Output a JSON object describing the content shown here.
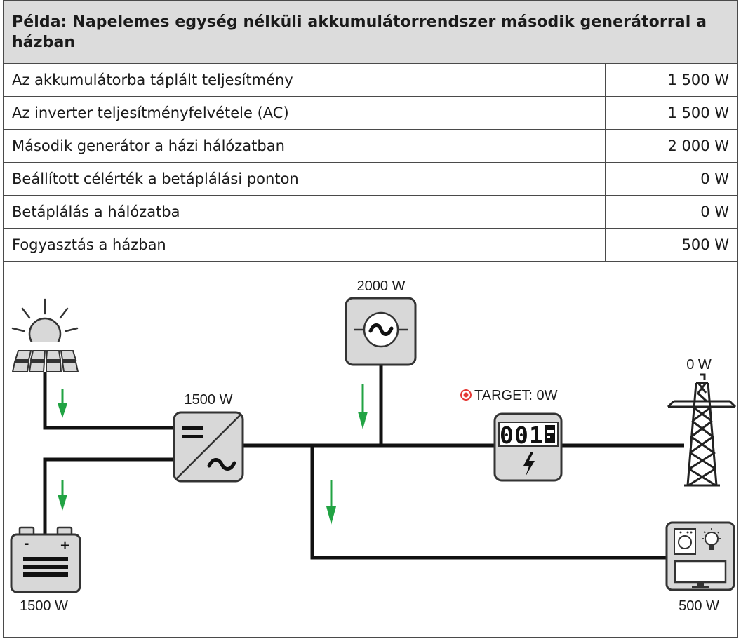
{
  "title": "Példa: Napelemes egység nélküli akkumulátorrendszer második generátorral a házban",
  "rows": [
    {
      "label": "Az akkumulátorba táplált teljesítmény",
      "value": "1 500 W"
    },
    {
      "label": "Az inverter teljesítményfelvétele (AC)",
      "value": "1 500 W"
    },
    {
      "label": "Második generátor a házi hálózatban",
      "value": "2 000 W"
    },
    {
      "label": "Beállított célérték a betáplálási ponton",
      "value": "0 W"
    },
    {
      "label": "Betáplálás a hálózatba",
      "value": "0 W"
    },
    {
      "label": "Fogyasztás a házban",
      "value": "500 W"
    }
  ],
  "diagram": {
    "generator_power": "2000 W",
    "inverter_power": "1500 W",
    "target": "TARGET: 0W",
    "grid_power": "0 W",
    "battery_power": "1500 W",
    "consumption_power": "500 W",
    "meter_digits": [
      "0",
      "0",
      "1"
    ],
    "colors": {
      "arrow": "#21a343",
      "line": "#111111",
      "device_fill": "#d8d8d8",
      "target_icon": "#e53935"
    }
  }
}
